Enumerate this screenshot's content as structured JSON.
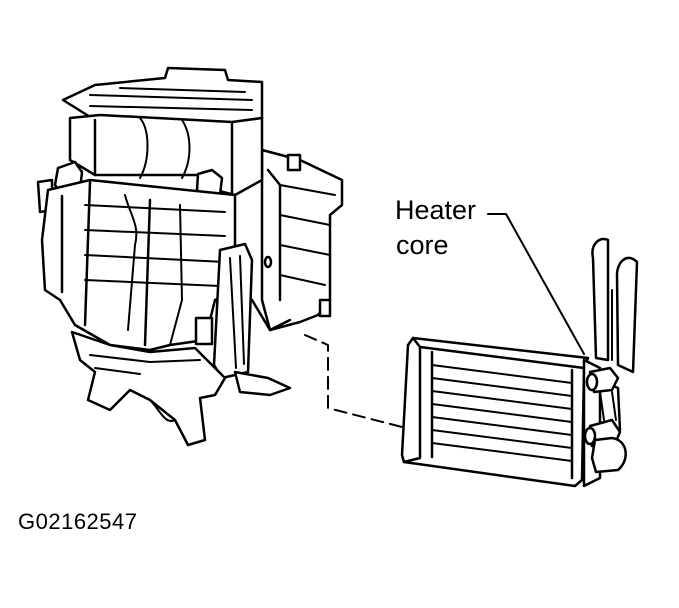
{
  "callout": {
    "line1": "Heater",
    "line2": "core"
  },
  "figure_id": "G02162547",
  "colors": {
    "ink": "#000000",
    "paper": "#ffffff"
  },
  "icons": [
    "heater-box-assembly",
    "heater-core-drawing"
  ]
}
